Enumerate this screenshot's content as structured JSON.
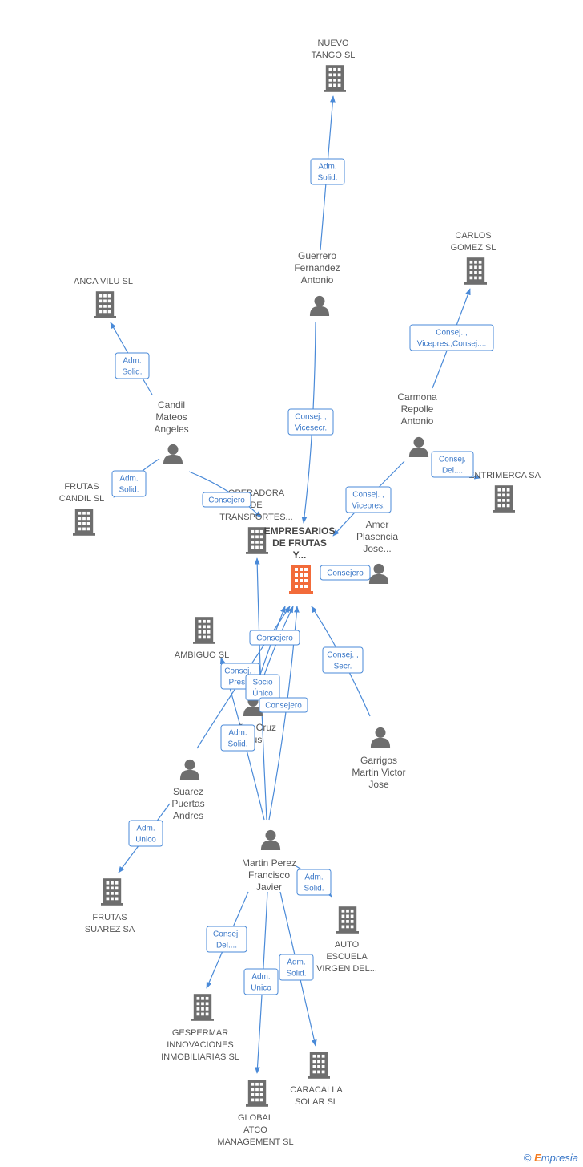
{
  "colors": {
    "edge": "#4a8ad8",
    "label_text": "#3b78c8",
    "node_gray": "#6e6e6e",
    "center": "#f26b3a"
  },
  "center": {
    "lines": [
      "EMPRESARIOS",
      "DE FRUTAS",
      "Y..."
    ]
  },
  "companies": [
    {
      "id": "nuevo_tango",
      "lines": [
        "NUEVO",
        "TANGO SL"
      ]
    },
    {
      "id": "carlos_gomez",
      "lines": [
        "CARLOS",
        "GOMEZ SL"
      ]
    },
    {
      "id": "anca_vilu",
      "lines": [
        "ANCA VILU  SL"
      ]
    },
    {
      "id": "frutas_candil",
      "lines": [
        "FRUTAS",
        "CANDIL SL"
      ]
    },
    {
      "id": "operadora",
      "lines": [
        "OPERADORA",
        "DE",
        "TRANSPORTES..."
      ]
    },
    {
      "id": "entrimerca",
      "lines": [
        "ENTRIMERCA SA"
      ]
    },
    {
      "id": "ambiguo",
      "lines": [
        "AMBIGUO SL"
      ]
    },
    {
      "id": "frutas_suarez",
      "lines": [
        "FRUTAS",
        "SUAREZ SA"
      ]
    },
    {
      "id": "auto_escuela",
      "lines": [
        "AUTO",
        "ESCUELA",
        "VIRGEN DEL..."
      ]
    },
    {
      "id": "gespermar",
      "lines": [
        "GESPERMAR",
        "INNOVACIONES",
        "INMOBILIARIAS SL"
      ]
    },
    {
      "id": "caracalla",
      "lines": [
        "CARACALLA",
        "SOLAR SL"
      ]
    },
    {
      "id": "global_atco",
      "lines": [
        "GLOBAL",
        "ATCO",
        "MANAGEMENT SL"
      ]
    }
  ],
  "persons": [
    {
      "id": "guerrero",
      "lines": [
        "Guerrero",
        "Fernandez",
        "Antonio"
      ]
    },
    {
      "id": "carmona",
      "lines": [
        "Carmona",
        "Repolle",
        "Antonio"
      ]
    },
    {
      "id": "candil",
      "lines": [
        "Candil",
        "Mateos",
        "Angeles"
      ]
    },
    {
      "id": "amer",
      "lines": [
        "Amer",
        "Plasencia",
        "Jose..."
      ]
    },
    {
      "id": "munoz",
      "lines": [
        "...ñoz Cruz",
        "...us"
      ]
    },
    {
      "id": "garrigos",
      "lines": [
        "Garrigos",
        "Martin Victor",
        "Jose"
      ]
    },
    {
      "id": "suarez",
      "lines": [
        "Suarez",
        "Puertas",
        "Andres"
      ]
    },
    {
      "id": "martin",
      "lines": [
        "Martin Perez",
        "Francisco",
        "Javier"
      ]
    }
  ],
  "edge_labels": [
    {
      "id": "e1",
      "lines": [
        "Adm.",
        "Solid."
      ]
    },
    {
      "id": "e2",
      "lines": [
        "Consej. ,",
        "Vicepres.,Consej...."
      ]
    },
    {
      "id": "e3",
      "lines": [
        "Adm.",
        "Solid."
      ]
    },
    {
      "id": "e4",
      "lines": [
        "Consej. ,",
        "Vicesecr."
      ]
    },
    {
      "id": "e5",
      "lines": [
        "Adm.",
        "Solid."
      ]
    },
    {
      "id": "e6",
      "lines": [
        "Consejero"
      ]
    },
    {
      "id": "e7",
      "lines": [
        "Consej.",
        "Del...."
      ]
    },
    {
      "id": "e8",
      "lines": [
        "Consej. ,",
        "Vicepres."
      ]
    },
    {
      "id": "e9",
      "lines": [
        "Consejero"
      ]
    },
    {
      "id": "e10",
      "lines": [
        "Consejero"
      ]
    },
    {
      "id": "e11",
      "lines": [
        "Consej. ,",
        "Secr."
      ]
    },
    {
      "id": "e12",
      "lines": [
        "Consej. ,",
        "Pres..."
      ]
    },
    {
      "id": "e13",
      "lines": [
        "Socio",
        "Único"
      ]
    },
    {
      "id": "e14",
      "lines": [
        "Consejero"
      ]
    },
    {
      "id": "e15",
      "lines": [
        "Adm.",
        "Solid."
      ]
    },
    {
      "id": "e16",
      "lines": [
        "Adm.",
        "Unico"
      ]
    },
    {
      "id": "e17",
      "lines": [
        "Adm.",
        "Solid."
      ]
    },
    {
      "id": "e18",
      "lines": [
        "Consej.",
        "Del...."
      ]
    },
    {
      "id": "e19",
      "lines": [
        "Adm.",
        "Solid."
      ]
    },
    {
      "id": "e20",
      "lines": [
        "Adm.",
        "Unico"
      ]
    }
  ],
  "footer": {
    "copyright": "©",
    "brand_e": "E",
    "brand_rest": "mpresia"
  }
}
